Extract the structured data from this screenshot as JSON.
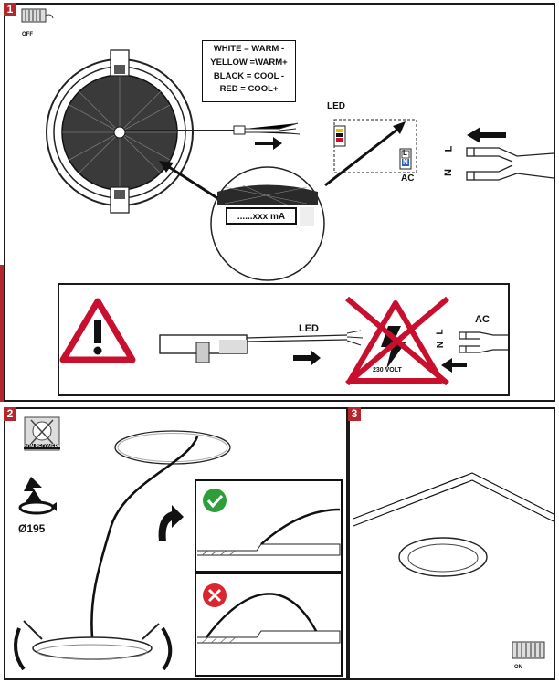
{
  "panels": {
    "step1": {
      "number": "1"
    },
    "step2": {
      "number": "2"
    },
    "step3": {
      "number": "3"
    }
  },
  "switch_states": {
    "off": "OFF",
    "on": "ON"
  },
  "wiring_legend": [
    "WHITE = WARM -",
    "YELLOW =WARM+",
    "BLACK = COOL -",
    "RED = COOL+"
  ],
  "labels": {
    "led": "LED",
    "ac": "AC",
    "neutral": "N",
    "live": "L",
    "current_rating": "......xxx mA",
    "voltage": "230 VOLT",
    "led_warning": "LED",
    "ac_warning": "AC"
  },
  "step2": {
    "non_recoverable": "NON RECOVERABLE",
    "cutout_diameter": "Ø195"
  },
  "colors": {
    "step_badge": "#b3262d",
    "warning_red": "#c8102e",
    "ok_green": "#2e9e3a",
    "error_red": "#d9262f"
  }
}
